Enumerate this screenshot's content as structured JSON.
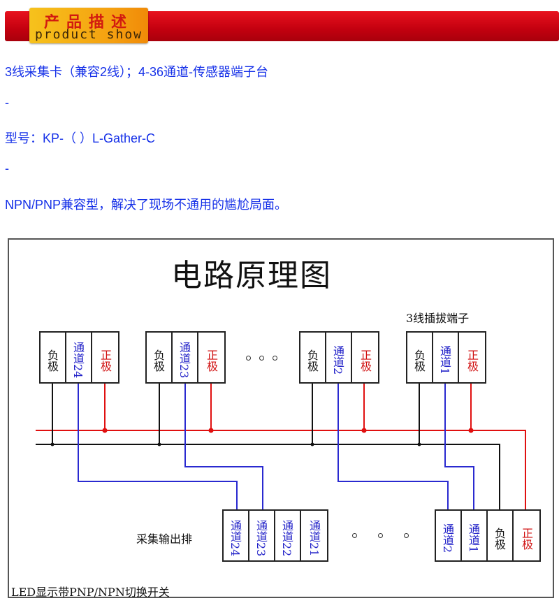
{
  "banner": {
    "title_cn": "产品描述",
    "title_en": "product show"
  },
  "description": [
    "3线采集卡（兼容2线）；4-36通道-传感器端子台",
    "-",
    "型号：KP-（ ）L-Gather-C",
    "-",
    "NPN/PNP兼容型，解决了现场不通用的尴尬局面。"
  ],
  "diagram": {
    "title": "电路原理图",
    "terminal_label": "3线插拔端子",
    "output_label": "采集输出排",
    "footer_label": "LED显示带PNP/NPN切换开关",
    "top_groups": [
      [
        "负极",
        "通道24",
        "正极"
      ],
      [
        "负极",
        "通道23",
        "正极"
      ],
      [
        "负极",
        "通道2",
        "正极"
      ],
      [
        "负极",
        "通道1",
        "正极"
      ]
    ],
    "bottom_left": [
      "通道24",
      "通道23",
      "通道22",
      "通道21"
    ],
    "bottom_right": [
      "通道2",
      "通道1",
      "负极",
      "正极"
    ],
    "colors": {
      "positive": "#e01010",
      "negative": "#111111",
      "channel": "#2a2ad0"
    }
  }
}
